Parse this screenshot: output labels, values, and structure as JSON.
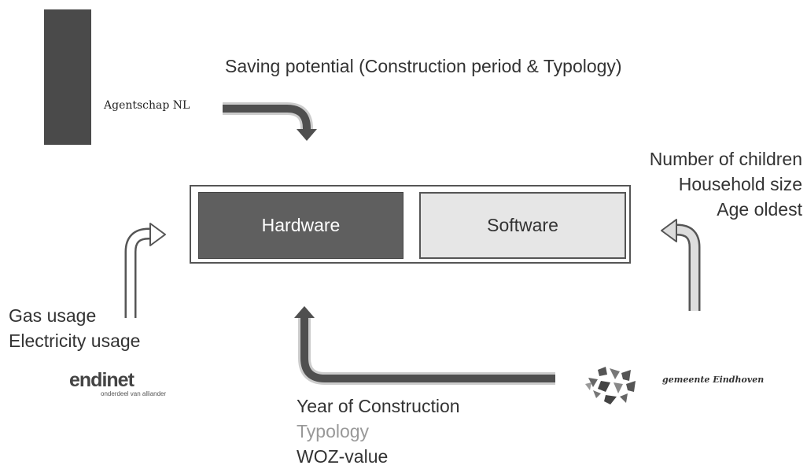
{
  "logos": {
    "agentschap": {
      "label": "Agentschap NL",
      "icon": "royal-coat-of-arms-icon"
    },
    "endinet": {
      "name": "endinet",
      "tagline": "onderdeel van alliander"
    },
    "gemeente": {
      "label": "gemeente Eindhoven",
      "icon": "eindhoven-emblem-icon"
    }
  },
  "top_input": {
    "text": "Saving potential (Construction period & Typology)"
  },
  "boxes": {
    "hardware": {
      "label": "Hardware",
      "color": "#5f5f5f"
    },
    "software": {
      "label": "Software",
      "color": "#e6e6e6"
    }
  },
  "right_inputs": [
    "Number of children",
    "Household size",
    "Age oldest"
  ],
  "left_inputs": [
    "Gas usage",
    "Electricity usage"
  ],
  "bottom_inputs": [
    {
      "text": "Year of Construction",
      "color": "#333333"
    },
    {
      "text": "Typology",
      "color": "#999999"
    },
    {
      "text": "WOZ-value",
      "color": "#333333"
    }
  ]
}
